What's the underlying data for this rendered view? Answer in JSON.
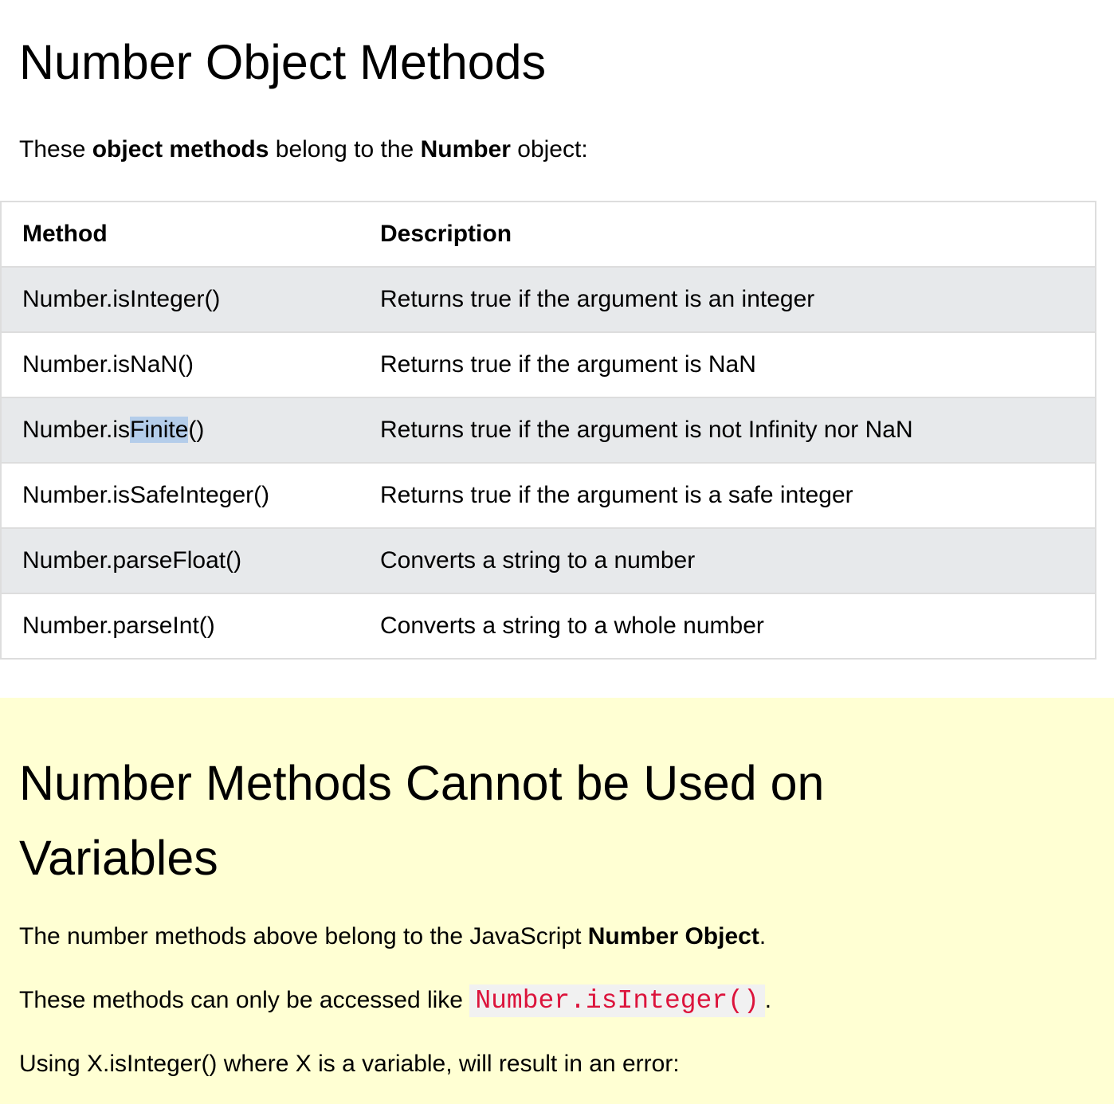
{
  "section1": {
    "title": "Number Object Methods",
    "intro": {
      "prefix": "These ",
      "bold1": "object methods",
      "middle": " belong to the ",
      "bold2": "Number",
      "suffix": " object:"
    }
  },
  "table": {
    "headers": {
      "method": "Method",
      "description": "Description"
    },
    "rows": [
      {
        "method": "Number.isInteger()",
        "description": "Returns true if the argument is an integer"
      },
      {
        "method": "Number.isNaN()",
        "description": "Returns true if the argument is NaN"
      },
      {
        "method_pre": "Number.is",
        "method_selected": "Finite",
        "method_post": "()",
        "description": "Returns true if the argument is not Infinity nor NaN"
      },
      {
        "method": "Number.isSafeInteger()",
        "description": "Returns true if the argument is a safe integer"
      },
      {
        "method": "Number.parseFloat()",
        "description": "Converts a string to a number"
      },
      {
        "method": "Number.parseInt()",
        "description": "Converts a string to a whole number"
      }
    ]
  },
  "section2": {
    "title": "Number Methods Cannot be Used on Variables",
    "p1": {
      "prefix": "The number methods above belong to the JavaScript ",
      "bold": "Number Object",
      "suffix": "."
    },
    "p2": {
      "prefix": "These methods can only be accessed like ",
      "code": "Number.isInteger()",
      "suffix": "."
    },
    "p3": "Using X.isInteger() where X is a variable, will result in an error:"
  },
  "colors": {
    "note_background": "#ffffd3",
    "row_shade": "#e7e9eb",
    "code_text": "#dc143c",
    "selection": "#b4cdea"
  }
}
